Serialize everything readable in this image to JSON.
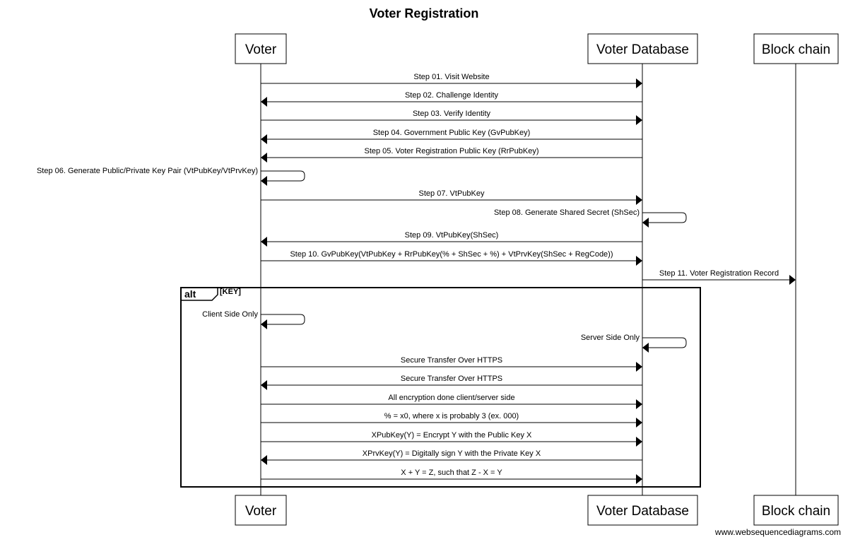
{
  "title": "Voter Registration",
  "participants": [
    "Voter",
    "Voter Database",
    "Block chain"
  ],
  "messages": [
    {
      "from": 0,
      "to": 1,
      "label": "Step 01. Visit Website"
    },
    {
      "from": 1,
      "to": 0,
      "label": "Step 02. Challenge Identity"
    },
    {
      "from": 0,
      "to": 1,
      "label": "Step 03. Verify Identity"
    },
    {
      "from": 1,
      "to": 0,
      "label": "Step 04. Government Public Key (GvPubKey)"
    },
    {
      "from": 1,
      "to": 0,
      "label": "Step 05. Voter Registration Public Key (RrPubKey)"
    },
    {
      "from": 0,
      "to": 0,
      "label": "Step 06. Generate Public/Private Key Pair (VtPubKey/VtPrvKey)"
    },
    {
      "from": 0,
      "to": 1,
      "label": "Step 07. VtPubKey"
    },
    {
      "from": 1,
      "to": 1,
      "label": "Step 08. Generate Shared Secret (ShSec)"
    },
    {
      "from": 1,
      "to": 0,
      "label": "Step 09. VtPubKey(ShSec)"
    },
    {
      "from": 0,
      "to": 1,
      "label": "Step 10. GvPubKey(VtPubKey + RrPubKey(% + ShSec + %) + VtPrvKey(ShSec + RegCode))"
    },
    {
      "from": 1,
      "to": 2,
      "label": "Step 11. Voter Registration Record"
    }
  ],
  "alt": {
    "keyword": "alt",
    "condition": "[KEY]",
    "messages": [
      {
        "from": 0,
        "to": 0,
        "label": "Client Side Only"
      },
      {
        "from": 1,
        "to": 1,
        "label": "Server Side Only"
      },
      {
        "from": 0,
        "to": 1,
        "label": "Secure Transfer Over HTTPS"
      },
      {
        "from": 1,
        "to": 0,
        "label": "Secure Transfer Over HTTPS"
      },
      {
        "from": 0,
        "to": 1,
        "label": "All encryption done client/server side"
      },
      {
        "from": 0,
        "to": 1,
        "label": "% = x0, where x is probably 3 (ex. 000)"
      },
      {
        "from": 0,
        "to": 1,
        "label": "XPubKey(Y) = Encrypt Y with the Public Key X"
      },
      {
        "from": 1,
        "to": 0,
        "label": "XPrvKey(Y) = Digitally sign Y with the Private Key X"
      },
      {
        "from": 0,
        "to": 1,
        "label": "X + Y = Z, such that Z - X = Y"
      }
    ]
  },
  "footer": "www.websequencediagrams.com"
}
